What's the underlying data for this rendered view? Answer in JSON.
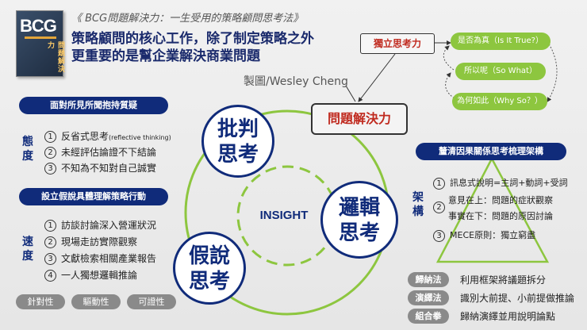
{
  "book": {
    "logo": "BCG",
    "subtitle": "問題解決力"
  },
  "header": {
    "subtitle": "《 BCG問題解決力：一生受用的策略顧問思考法》",
    "headline_line1": "策略顧問的核心工作，除了制定策略之外",
    "headline_line2": "更重要的是幫企業解決商業問題",
    "credit": "製圖/Wesley Cheng"
  },
  "attitude": {
    "title": "面對所見所聞抱持質疑",
    "side": [
      "態",
      "度"
    ],
    "items": [
      {
        "num": "1",
        "text": "反省式思考",
        "note": "(reflective thinking)"
      },
      {
        "num": "2",
        "text": "未經評估論證不下結論"
      },
      {
        "num": "3",
        "text": "不知為不知對自己誠實"
      }
    ]
  },
  "speed": {
    "title": "設立假說具體理解策略行動",
    "side": [
      "速",
      "度"
    ],
    "items": [
      {
        "num": "1",
        "text": "訪談討論深入營運狀況"
      },
      {
        "num": "2",
        "text": "現場走訪實際觀察"
      },
      {
        "num": "3",
        "text": "文獻檢索相關產業報告"
      },
      {
        "num": "4",
        "text": "一人獨想邏輯推論"
      }
    ]
  },
  "bottom_tags": [
    "針對性",
    "驅動性",
    "可證性"
  ],
  "independent": {
    "label": "獨立思考力"
  },
  "questions": [
    "是否為真（Is It True?）",
    "所以呢（So What）",
    "為何如此（Why So？）"
  ],
  "problem_solving": "問題解決力",
  "circles": {
    "critical": [
      "批判",
      "思考"
    ],
    "logical": [
      "邏輯",
      "思考"
    ],
    "hypothesis": [
      "假說",
      "思考"
    ],
    "center": "INSIGHT"
  },
  "structure": {
    "title": "釐清因果關係思考梳理架構",
    "side": [
      "架",
      "構"
    ],
    "items": [
      {
        "num": "1",
        "text": "訊息式說明=主詞+動詞+受詞"
      },
      {
        "num": "2",
        "text": "意見在上：問題的症狀觀察",
        "text2": "事實在下：問題的原因討論"
      },
      {
        "num": "3",
        "text": "MECE原則：獨立窮盡"
      }
    ]
  },
  "methods": [
    {
      "tag": "歸納法",
      "text": "利用框架將議題拆分"
    },
    {
      "tag": "演繹法",
      "text": "識別大前提、小前提做推論"
    },
    {
      "tag": "組合拳",
      "text": "歸納演繹並用說明論點"
    }
  ],
  "colors": {
    "navy": "#102b7a",
    "red": "#c02a1f",
    "green": "#8dc63f",
    "gray": "#8a8a8a"
  }
}
